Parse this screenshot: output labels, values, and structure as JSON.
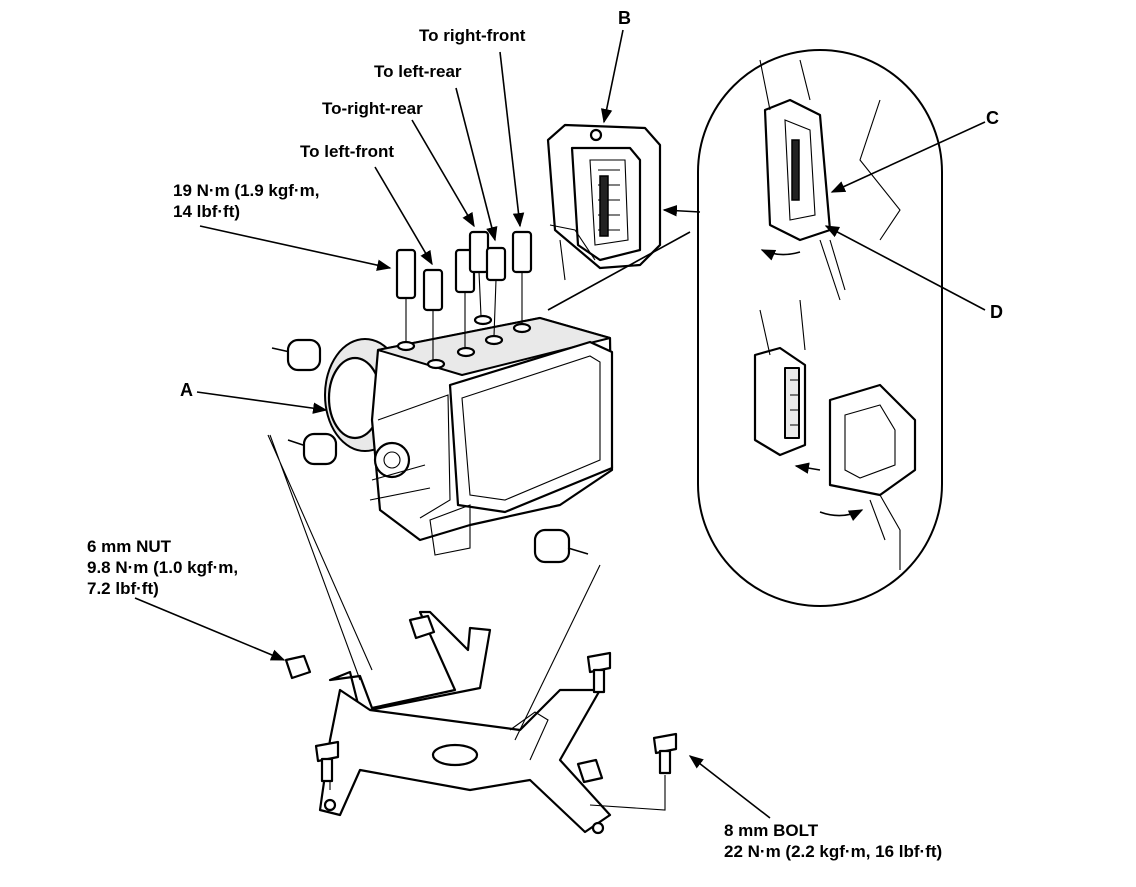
{
  "labels": {
    "to_right_front": "To right-front",
    "to_left_rear": "To left-rear",
    "to_right_rear": "To-right-rear",
    "to_left_front": "To left-front",
    "torque_19_line1": "19 N·m (1.9 kgf·m,",
    "torque_19_line2": "14 lbf·ft)",
    "nut_line1": "6 mm NUT",
    "nut_line2": "9.8 N·m (1.0 kgf·m,",
    "nut_line3": "7.2 lbf·ft)",
    "bolt_line1": "8 mm BOLT",
    "bolt_line2": "22 N·m (2.2 kgf·m, 16 lbf·ft)",
    "callout_a": "A",
    "callout_b": "B",
    "callout_c": "C",
    "callout_d": "D"
  }
}
